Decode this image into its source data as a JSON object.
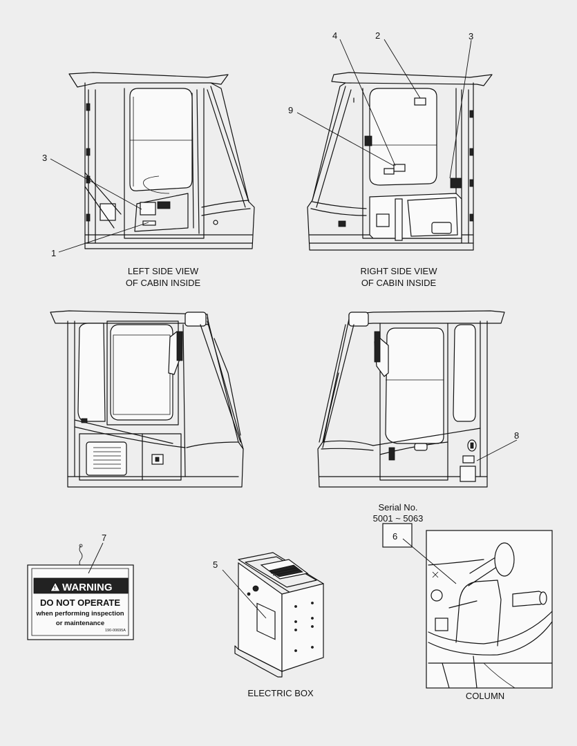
{
  "captions": {
    "left_view_line1": "LEFT SIDE VIEW",
    "left_view_line2": "OF CABIN INSIDE",
    "right_view_line1": "RIGHT SIDE VIEW",
    "right_view_line2": "OF CABIN INSIDE",
    "electric_box": "ELECTRIC BOX",
    "column": "COLUMN",
    "serial_label": "Serial No.",
    "serial_range": "5001 ~ 5063"
  },
  "callouts": {
    "n1": "1",
    "n2": "2",
    "n3a": "3",
    "n3b": "3",
    "n4": "4",
    "n5": "5",
    "n6": "6",
    "n7": "7",
    "n8": "8",
    "n9": "9"
  },
  "warning_label": {
    "header": "WARNING",
    "line1": "DO NOT OPERATE",
    "line2": "when performing inspection",
    "line3": "or maintenance",
    "code": "190-00695A"
  },
  "colors": {
    "ink": "#111111",
    "paper": "#eeeeee",
    "label_fill": "#fafafa"
  }
}
